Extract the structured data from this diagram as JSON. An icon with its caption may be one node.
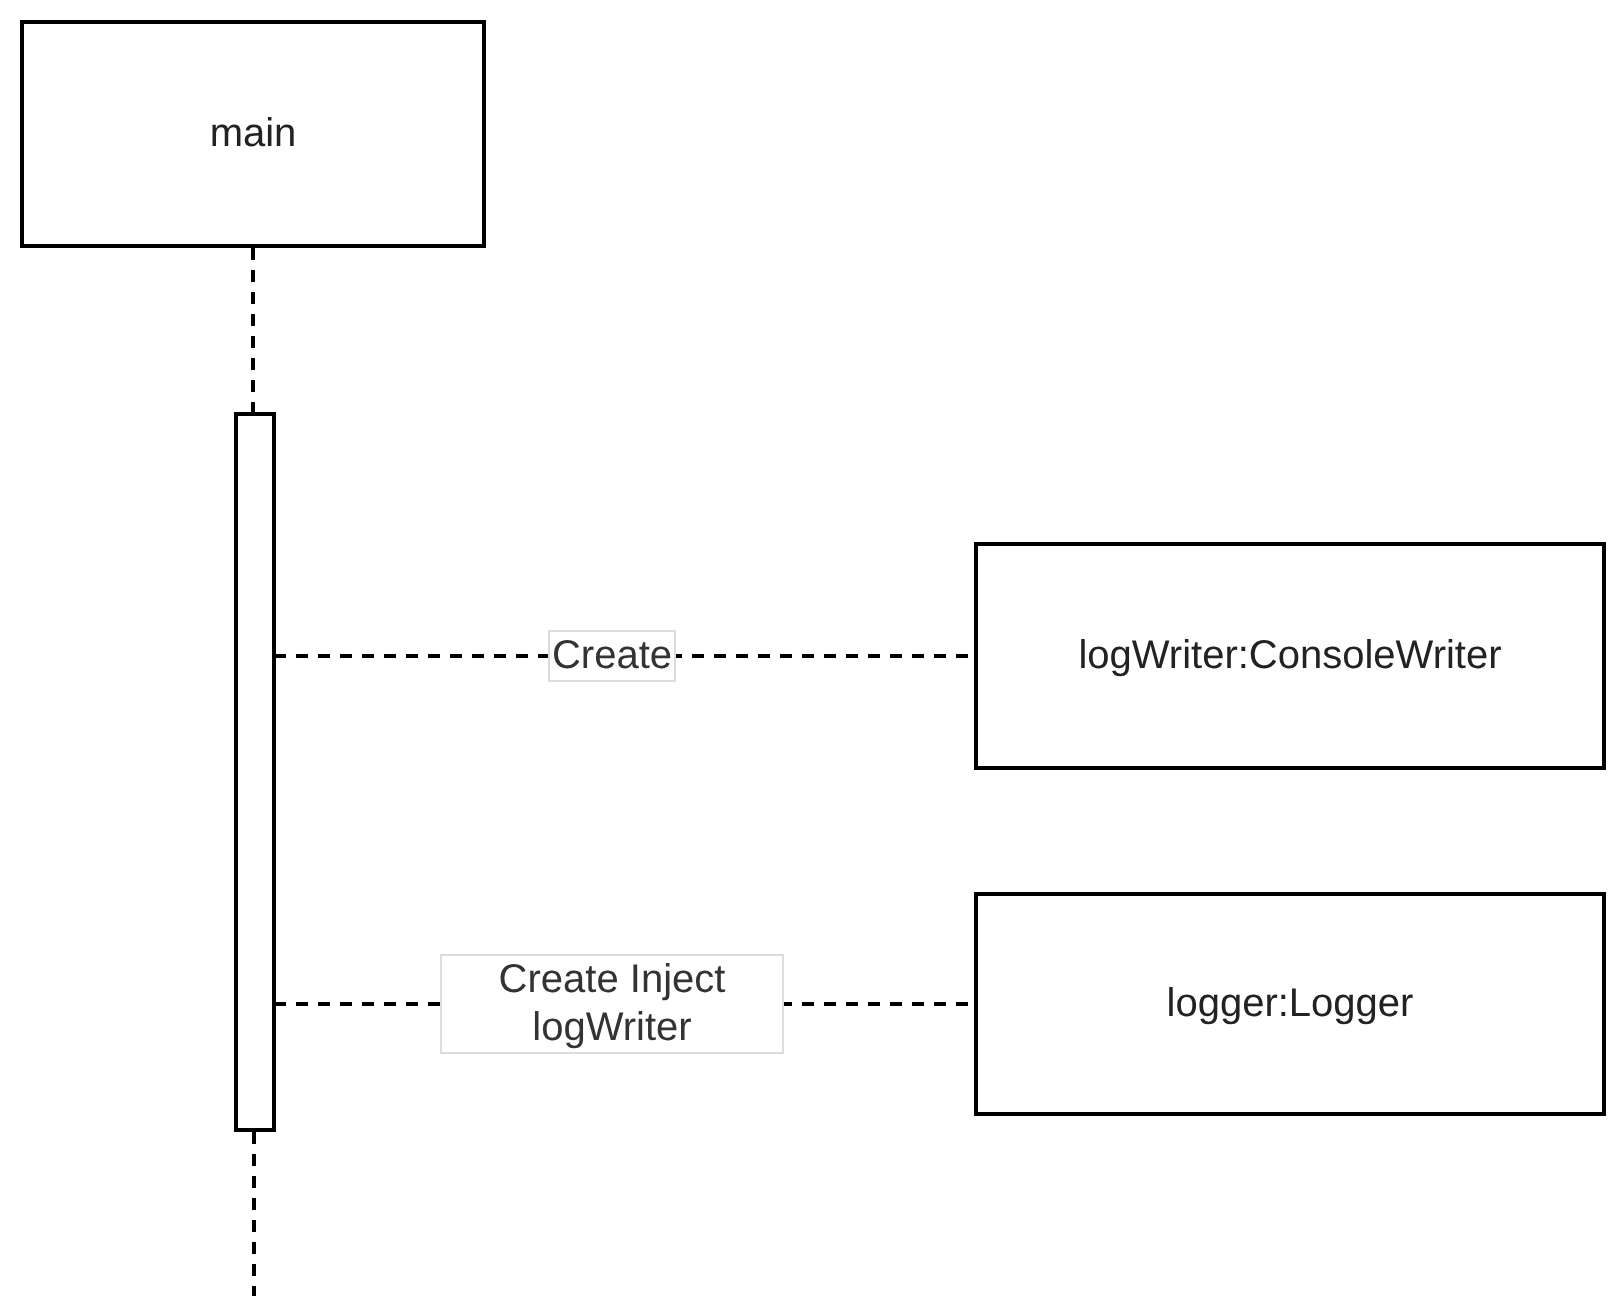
{
  "diagram": {
    "nodes": [
      {
        "text": [
          "main"
        ]
      },
      {
        "text": [],
        "shape": "bar"
      },
      {
        "text": [
          "logWriter:ConsoleWriter"
        ]
      },
      {
        "text": [
          "logger:Logger"
        ]
      }
    ],
    "edges": [
      {
        "from": 0,
        "to": 1,
        "arrow": "none",
        "style": "dashed"
      },
      {
        "from": 1,
        "to": 2,
        "arrow": "none",
        "style": "dashed",
        "label": "Create"
      },
      {
        "from": 1,
        "to": 3,
        "arrow": "none",
        "style": "dashed",
        "label": "Create Inject logWriter"
      },
      {
        "from": 1,
        "to": null,
        "arrow": "none",
        "style": "dashed"
      }
    ]
  }
}
